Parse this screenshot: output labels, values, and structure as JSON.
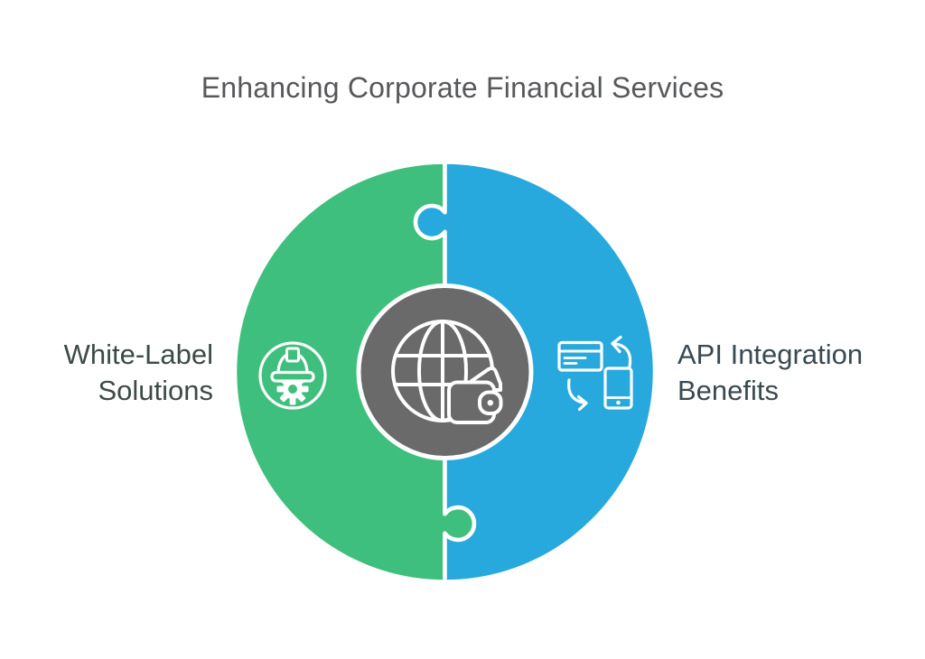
{
  "title": "Enhancing Corporate Financial Services",
  "diagram": {
    "left": {
      "lines": [
        "White-Label",
        "Solutions"
      ],
      "icon": "hard-hat-gear-icon"
    },
    "right": {
      "lines": [
        "API Integration",
        "Benefits"
      ],
      "icon": "card-phone-sync-icon"
    },
    "center": {
      "icon": "globe-wallet-icon"
    }
  },
  "colors": {
    "background": "#ffffff",
    "left_half": "#3fbf7d",
    "right_half": "#27a9de",
    "center_circle": "#6a6a6a",
    "icon_stroke": "#ffffff",
    "title_text": "#57585a",
    "left_label_text": "#3d4b45",
    "right_label_text": "#3a4a52"
  }
}
